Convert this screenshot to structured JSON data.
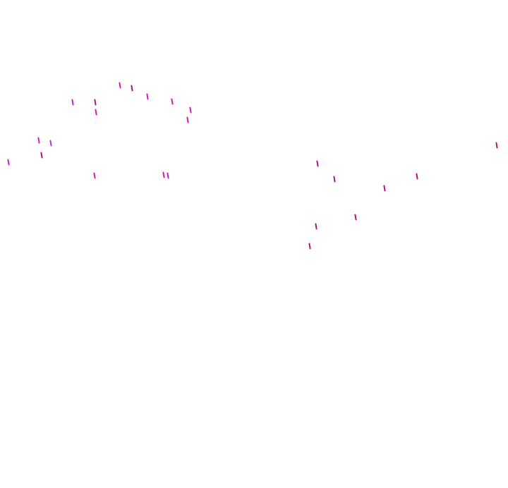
{
  "background_color": "#ffffff",
  "mark_colors": {
    "magenta": "#d417c8",
    "dark_magenta": "#b3127a",
    "purple": "#8e2bd6",
    "violet": "#b032e0"
  },
  "marks": [
    {
      "name": "mark-1",
      "color": "magenta"
    },
    {
      "name": "mark-2",
      "color": "dark_magenta"
    },
    {
      "name": "mark-3",
      "color": "magenta"
    },
    {
      "name": "mark-4",
      "color": "magenta"
    },
    {
      "name": "mark-5",
      "color": "magenta"
    },
    {
      "name": "mark-6",
      "color": "dark_magenta"
    },
    {
      "name": "mark-7",
      "color": "magenta"
    },
    {
      "name": "mark-8",
      "color": "magenta"
    },
    {
      "name": "mark-9",
      "color": "magenta"
    },
    {
      "name": "mark-10",
      "color": "magenta"
    },
    {
      "name": "mark-11",
      "color": "violet"
    },
    {
      "name": "mark-12",
      "color": "dark_magenta"
    },
    {
      "name": "mark-13",
      "color": "magenta"
    },
    {
      "name": "mark-14",
      "color": "magenta"
    },
    {
      "name": "mark-15",
      "color": "magenta"
    },
    {
      "name": "mark-16",
      "color": "magenta"
    },
    {
      "name": "mark-17",
      "color": "dark_magenta"
    },
    {
      "name": "mark-18",
      "color": "dark_magenta"
    },
    {
      "name": "mark-19",
      "color": "dark_magenta"
    },
    {
      "name": "mark-20",
      "color": "dark_magenta"
    },
    {
      "name": "mark-21",
      "color": "dark_magenta"
    },
    {
      "name": "mark-22",
      "color": "dark_magenta"
    },
    {
      "name": "mark-23",
      "color": "dark_magenta"
    },
    {
      "name": "mark-24",
      "color": "dark_magenta"
    }
  ]
}
